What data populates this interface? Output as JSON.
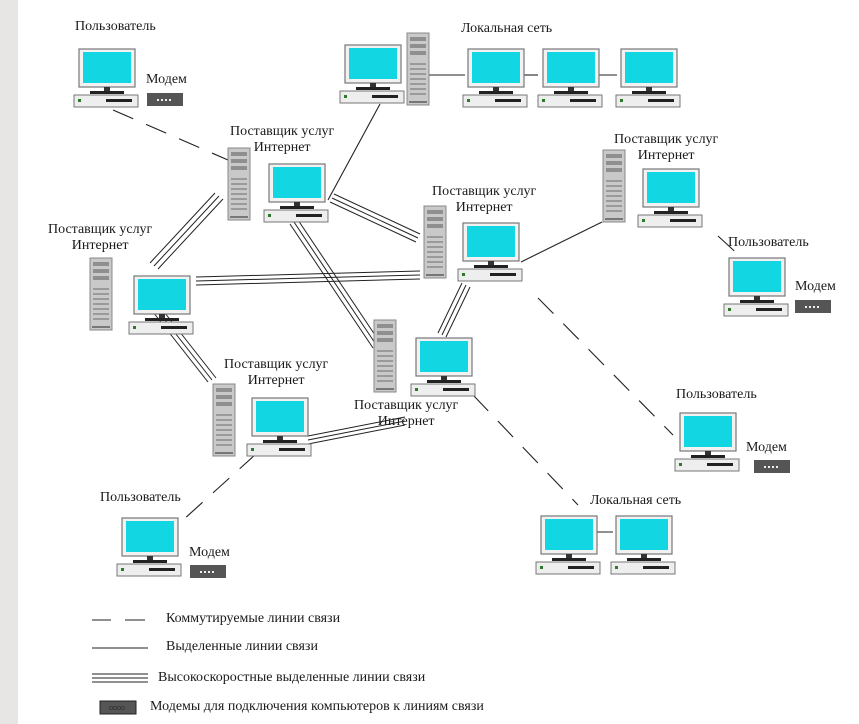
{
  "labels": {
    "user": "Пользователь",
    "modem": "Модем",
    "lan": "Локальная сеть",
    "isp_line1": "Поставщик услуг",
    "isp_line2": "Интернет"
  },
  "legend": {
    "dial": "Коммутируемые линии связи",
    "dedicated": "Выделенные линии связи",
    "highspeed": "Высокоскоростные выделенные линии связи",
    "modems": "Модемы для подключения компьютеров к линиям связи"
  },
  "colors": {
    "screen": "#0ed4e0",
    "line": "#222222",
    "modem": "#555555"
  }
}
